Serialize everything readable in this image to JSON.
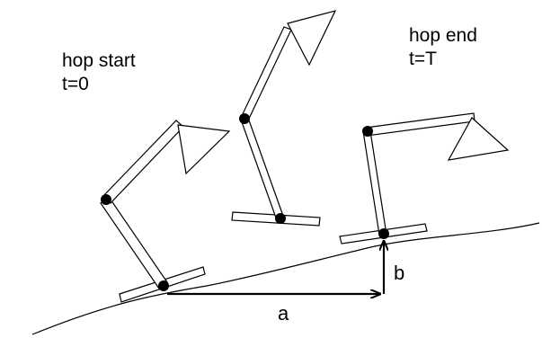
{
  "labels": {
    "start_title": "hop start",
    "start_time": "t=0",
    "end_title": "hop end",
    "end_time": "t=T",
    "dim_a": "a",
    "dim_b": "b"
  },
  "colors": {
    "stroke": "#000000",
    "background": "#ffffff"
  }
}
